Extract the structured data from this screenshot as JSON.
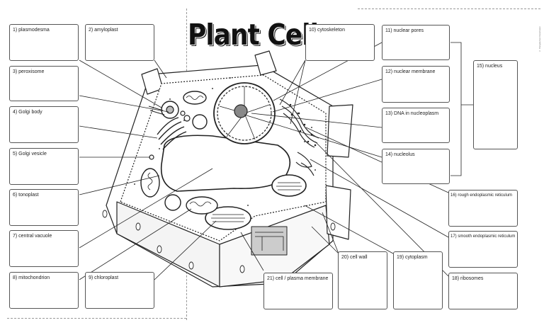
{
  "title": "Plant Cell",
  "copyright": "© Pengalaman Kesehatan",
  "labels": [
    {
      "id": "plasmodesma",
      "text": "1) plasmodesma"
    },
    {
      "id": "amyloplast",
      "text": "2) amyloplast"
    },
    {
      "id": "peroxisome",
      "text": "3) peroxisome"
    },
    {
      "id": "golgi-body",
      "text": "4) Golgi body"
    },
    {
      "id": "golgi-vesicle",
      "text": "5) Golgi vesicle"
    },
    {
      "id": "tonoplast",
      "text": "6) tonoplast"
    },
    {
      "id": "central-vacuole",
      "text": "7) central vacuole"
    },
    {
      "id": "mitochondrion",
      "text": "8) mitochondrion"
    },
    {
      "id": "chloroplast",
      "text": "9) chloroplast"
    },
    {
      "id": "cytoskeleton",
      "text": "10) cytoskeleton"
    },
    {
      "id": "nuclear-pores",
      "text": "11) nuclear pores"
    },
    {
      "id": "nuclear-membrane",
      "text": "12) nuclear membrane"
    },
    {
      "id": "dna-nucleoplasm",
      "text": "13) DNA in nucleoplasm"
    },
    {
      "id": "nucleolus",
      "text": "14) nucleolus"
    },
    {
      "id": "nucleus",
      "text": "15) nucleus"
    },
    {
      "id": "rough-er",
      "text": "16) rough endoplasmic reticulum"
    },
    {
      "id": "smooth-er",
      "text": "17) smooth endoplasmic reticulum"
    },
    {
      "id": "ribosomes",
      "text": "18) ribosomes"
    },
    {
      "id": "cytoplasm",
      "text": "19) cytoplasm"
    },
    {
      "id": "cell-wall",
      "text": "20) cell wall"
    },
    {
      "id": "cell-membrane",
      "text": "21) cell / plasma membrane"
    }
  ]
}
